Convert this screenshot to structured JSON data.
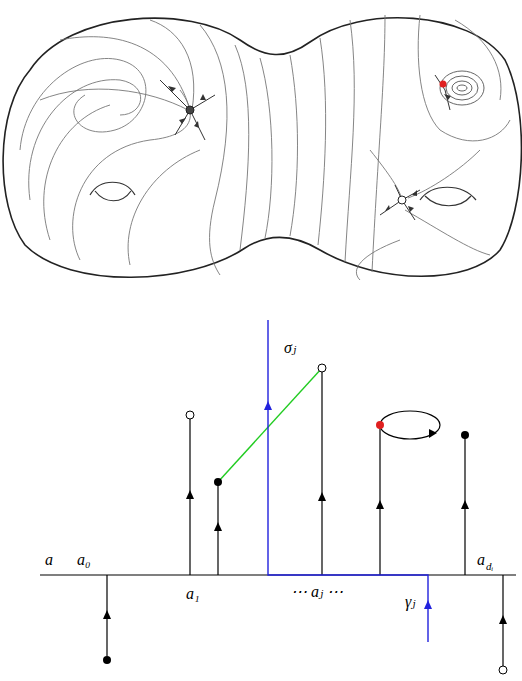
{
  "diagram": {
    "labels": [
      "a",
      "a₀",
      "a₁",
      "σⱼ",
      "⋯ aⱼ ⋯",
      "γⱼ",
      "a",
      "dᵢ"
    ]
  }
}
